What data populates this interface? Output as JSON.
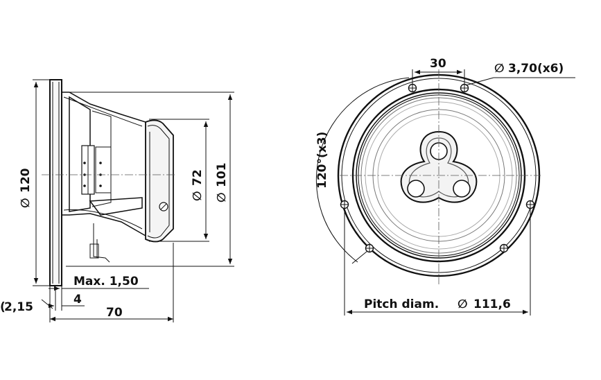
{
  "side_view": {
    "dia_120": "120",
    "dia_72": "72",
    "dia_101": "101",
    "max_label": "Max. 1,50",
    "dim_4": "4",
    "dim_215": "2,15",
    "dim_70": "70"
  },
  "front_view": {
    "dim_30": "30",
    "hole_label": "3,70(x6)",
    "angle_label": "120°(x3)",
    "pitch_label": "Pitch diam.",
    "pitch_value": "111,6"
  },
  "colors": {
    "line": "#111111",
    "fill_light": "#f3f3f3"
  }
}
